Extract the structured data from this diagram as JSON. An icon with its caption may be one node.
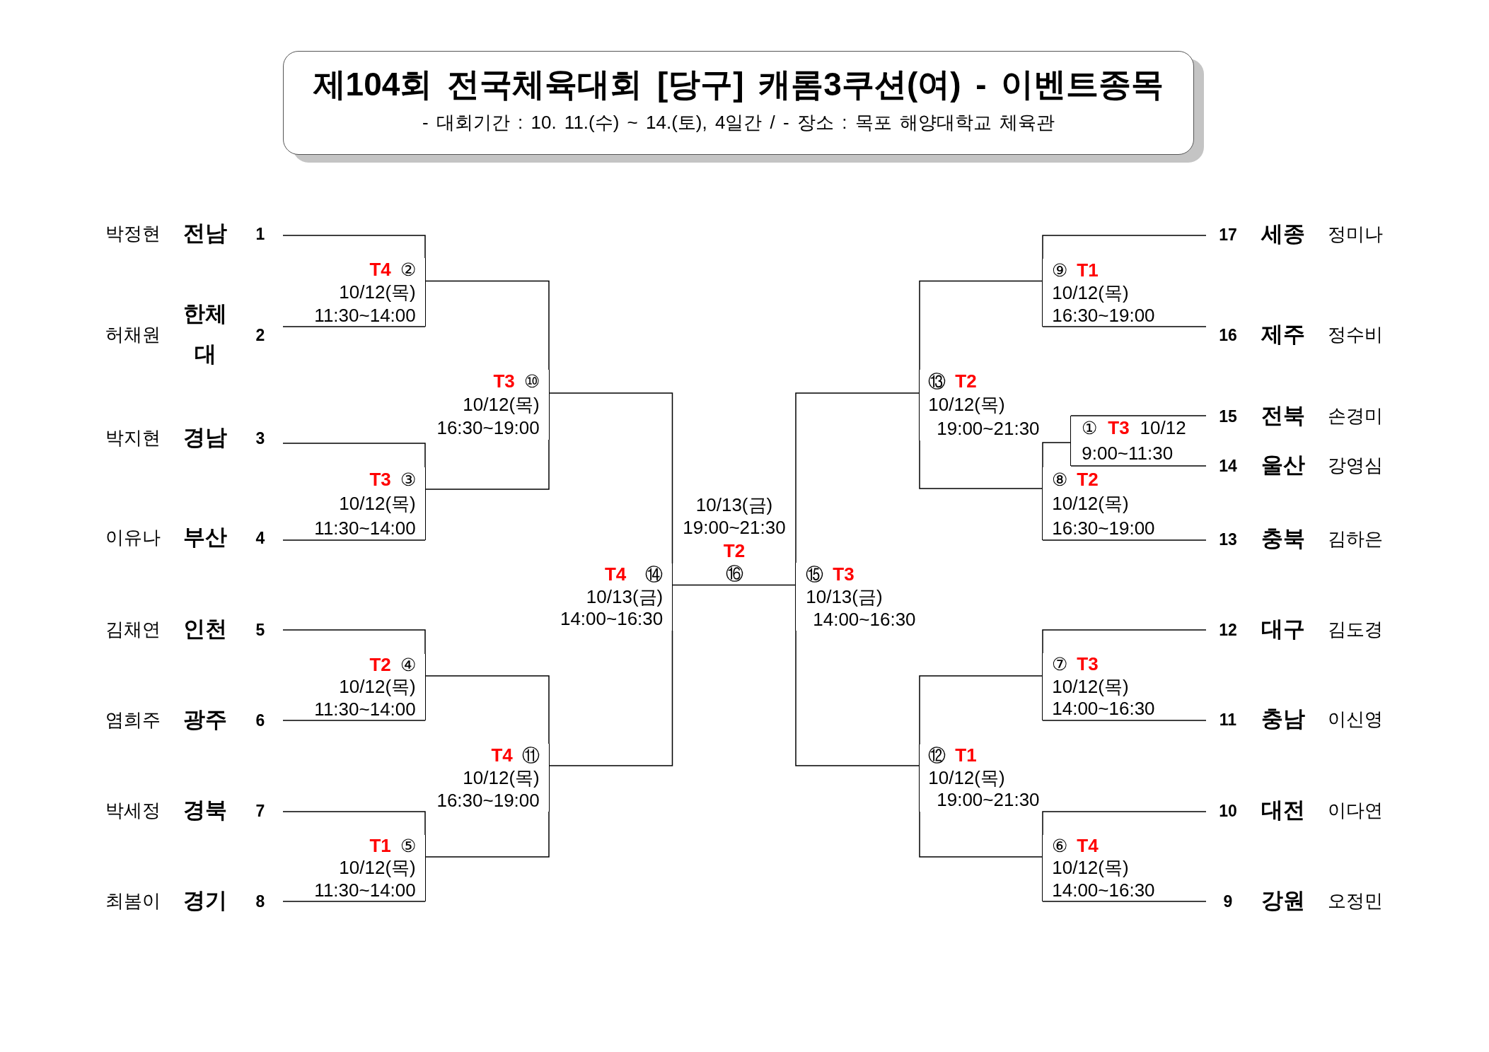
{
  "diagram": {
    "nodes": [
      {
        "text": [
          "제104회 전국체육대회 [당구] 캐롬3쿠션(여) - 이벤트종목",
          "- 대회기간 : 10. 11.(수) ~ 14.(토), 4일간 / - 장소 : 목포 해양대학교 체육관"
        ]
      },
      {
        "text": [
          "박정현",
          "전남",
          "1"
        ]
      },
      {
        "text": [
          "허채원",
          "한체대",
          "2"
        ]
      },
      {
        "text": [
          "박지현",
          "경남",
          "3"
        ]
      },
      {
        "text": [
          "이유나",
          "부산",
          "4"
        ]
      },
      {
        "text": [
          "김채연",
          "인천",
          "5"
        ]
      },
      {
        "text": [
          "염희주",
          "광주",
          "6"
        ]
      },
      {
        "text": [
          "박세정",
          "경북",
          "7"
        ]
      },
      {
        "text": [
          "최봄이",
          "경기",
          "8"
        ]
      },
      {
        "text": [
          "17",
          "세종",
          "정미나"
        ]
      },
      {
        "text": [
          "16",
          "제주",
          "정수비"
        ]
      },
      {
        "text": [
          "15",
          "전북",
          "손경미"
        ]
      },
      {
        "text": [
          "14",
          "울산",
          "강영심"
        ]
      },
      {
        "text": [
          "13",
          "충북",
          "김하은"
        ]
      },
      {
        "text": [
          "12",
          "대구",
          "김도경"
        ]
      },
      {
        "text": [
          "11",
          "충남",
          "이신영"
        ]
      },
      {
        "text": [
          "10",
          "대전",
          "이다연"
        ]
      },
      {
        "text": [
          "9",
          "강원",
          "오정민"
        ]
      },
      {
        "text": [
          "T4",
          "②",
          "10/12(목)",
          "11:30~14:00"
        ]
      },
      {
        "text": [
          "T3",
          "③",
          "10/12(목)",
          "11:30~14:00"
        ]
      },
      {
        "text": [
          "T2",
          "④",
          "10/12(목)",
          "11:30~14:00"
        ]
      },
      {
        "text": [
          "T1",
          "⑤",
          "10/12(목)",
          "11:30~14:00"
        ]
      },
      {
        "text": [
          "T3",
          "⑩",
          "10/12(목)",
          "16:30~19:00"
        ]
      },
      {
        "text": [
          "T4",
          "⑪",
          "10/12(목)",
          "16:30~19:00"
        ]
      },
      {
        "text": [
          "T4",
          "⑭",
          "10/13(금)",
          "14:00~16:30"
        ]
      },
      {
        "text": [
          "10/13(금)",
          "19:00~21:30",
          "T2",
          "⑯"
        ]
      },
      {
        "text": [
          "⑮",
          "T3",
          "10/13(금)",
          "14:00~16:30"
        ]
      },
      {
        "text": [
          "⑬",
          "T2",
          "10/12(목)",
          "19:00~21:30"
        ]
      },
      {
        "text": [
          "⑫",
          "T1",
          "10/12(목)",
          "19:00~21:30"
        ]
      },
      {
        "text": [
          "⑨",
          "T1",
          "10/12(목)",
          "16:30~19:00"
        ]
      },
      {
        "text": [
          "①",
          "T3",
          "10/12",
          "9:00~11:30"
        ]
      },
      {
        "text": [
          "⑧",
          "T2",
          "10/12(목)",
          "16:30~19:00"
        ]
      },
      {
        "text": [
          "⑦",
          "T3",
          "10/12(목)",
          "14:00~16:30"
        ]
      },
      {
        "text": [
          "⑥",
          "T4",
          "10/12(목)",
          "14:00~16:30"
        ]
      }
    ],
    "edges": [
      {
        "from": 1,
        "to": 18,
        "arrow": "none"
      },
      {
        "from": 2,
        "to": 18,
        "arrow": "none"
      },
      {
        "from": 3,
        "to": 19,
        "arrow": "none"
      },
      {
        "from": 4,
        "to": 19,
        "arrow": "none"
      },
      {
        "from": 5,
        "to": 20,
        "arrow": "none"
      },
      {
        "from": 6,
        "to": 20,
        "arrow": "none"
      },
      {
        "from": 7,
        "to": 21,
        "arrow": "none"
      },
      {
        "from": 8,
        "to": 21,
        "arrow": "none"
      },
      {
        "from": 18,
        "to": 22,
        "arrow": "none"
      },
      {
        "from": 19,
        "to": 22,
        "arrow": "none"
      },
      {
        "from": 20,
        "to": 23,
        "arrow": "none"
      },
      {
        "from": 21,
        "to": 23,
        "arrow": "none"
      },
      {
        "from": 22,
        "to": 24,
        "arrow": "none"
      },
      {
        "from": 23,
        "to": 24,
        "arrow": "none"
      },
      {
        "from": 24,
        "to": 25,
        "arrow": "none"
      },
      {
        "from": 26,
        "to": 25,
        "arrow": "none"
      },
      {
        "from": 27,
        "to": 26,
        "arrow": "none"
      },
      {
        "from": 28,
        "to": 26,
        "arrow": "none"
      },
      {
        "from": 29,
        "to": 27,
        "arrow": "none"
      },
      {
        "from": 31,
        "to": 27,
        "arrow": "none"
      },
      {
        "from": 9,
        "to": 29,
        "arrow": "none"
      },
      {
        "from": 10,
        "to": 29,
        "arrow": "none"
      },
      {
        "from": 11,
        "to": 30,
        "arrow": "none"
      },
      {
        "from": 12,
        "to": 30,
        "arrow": "none"
      },
      {
        "from": 30,
        "to": 31,
        "arrow": "none"
      },
      {
        "from": 13,
        "to": 31,
        "arrow": "none"
      },
      {
        "from": 32,
        "to": 28,
        "arrow": "none"
      },
      {
        "from": 33,
        "to": 28,
        "arrow": "none"
      },
      {
        "from": 14,
        "to": 32,
        "arrow": "none"
      },
      {
        "from": 15,
        "to": 32,
        "arrow": "none"
      },
      {
        "from": 16,
        "to": 33,
        "arrow": "none"
      },
      {
        "from": 17,
        "to": 33,
        "arrow": "none"
      }
    ]
  }
}
